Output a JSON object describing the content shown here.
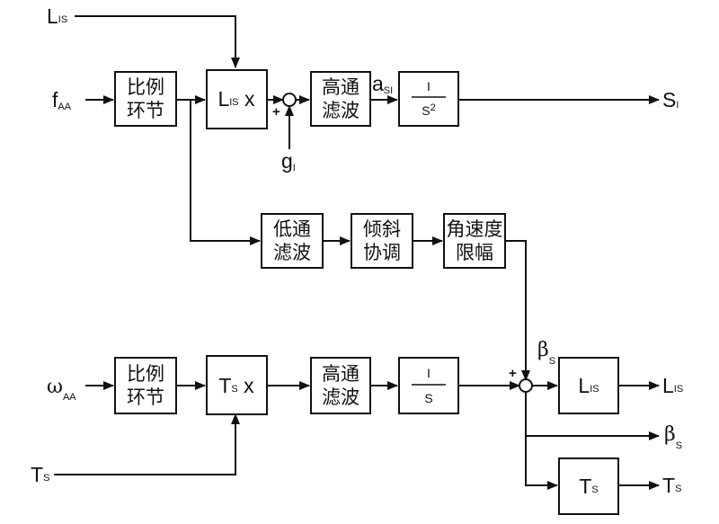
{
  "signals": {
    "l_is_in": {
      "main": "L",
      "sub": "IS"
    },
    "f_aa": {
      "main": "f",
      "sub": "AA"
    },
    "g_i": {
      "main": "g",
      "sub": "I"
    },
    "a_si": {
      "main": "a",
      "sub": "SI"
    },
    "s_i": {
      "main": "S",
      "sub": "I"
    },
    "omega_aa": {
      "main": "ω",
      "sub": "AA"
    },
    "t_s_in": {
      "main": "T",
      "sub": "S"
    },
    "beta_s_sum": {
      "main": "β",
      "sub": "S"
    },
    "l_is_out": {
      "main": "L",
      "sub": "IS"
    },
    "beta_s_out": {
      "main": "β",
      "sub": "S"
    },
    "t_s_out": {
      "main": "T",
      "sub": "S"
    }
  },
  "blocks": {
    "prop_top": {
      "line1": "比例",
      "line2": "环节"
    },
    "lis_x": {
      "main": "L",
      "sub": "IS",
      "suffix": " x"
    },
    "hp_top": {
      "line1": "高通",
      "line2": "滤波"
    },
    "integ2": {
      "num": "I",
      "den": "S",
      "den_sup": "2"
    },
    "lp_mid": {
      "line1": "低通",
      "line2": "滤波"
    },
    "tilt": {
      "line1": "倾斜",
      "line2": "协调"
    },
    "rate_limit": {
      "line1": "角速度",
      "line2": "限幅"
    },
    "prop_bot": {
      "line1": "比例",
      "line2": "环节"
    },
    "ts_x": {
      "main": "T",
      "sub": "S",
      "suffix": " x"
    },
    "hp_bot": {
      "line1": "高通",
      "line2": "滤波"
    },
    "integ1": {
      "num": "I",
      "den": "S"
    },
    "lis_block": {
      "main": "L",
      "sub": "IS"
    },
    "ts_block": {
      "main": "T",
      "sub": "S"
    }
  },
  "signs": {
    "top_plus": "+",
    "bot_plus": "+"
  }
}
